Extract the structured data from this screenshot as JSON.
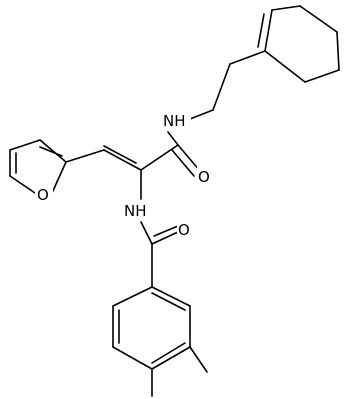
{
  "molecule": {
    "atom_labels": {
      "nh_amide_top": "NH",
      "o_amide_top": "O",
      "o_furan": "O",
      "nh_benzamide": "NH",
      "o_benzamide": "O"
    }
  },
  "colors": {
    "bond": "#000000",
    "text": "#000000",
    "background": "#ffffff"
  }
}
